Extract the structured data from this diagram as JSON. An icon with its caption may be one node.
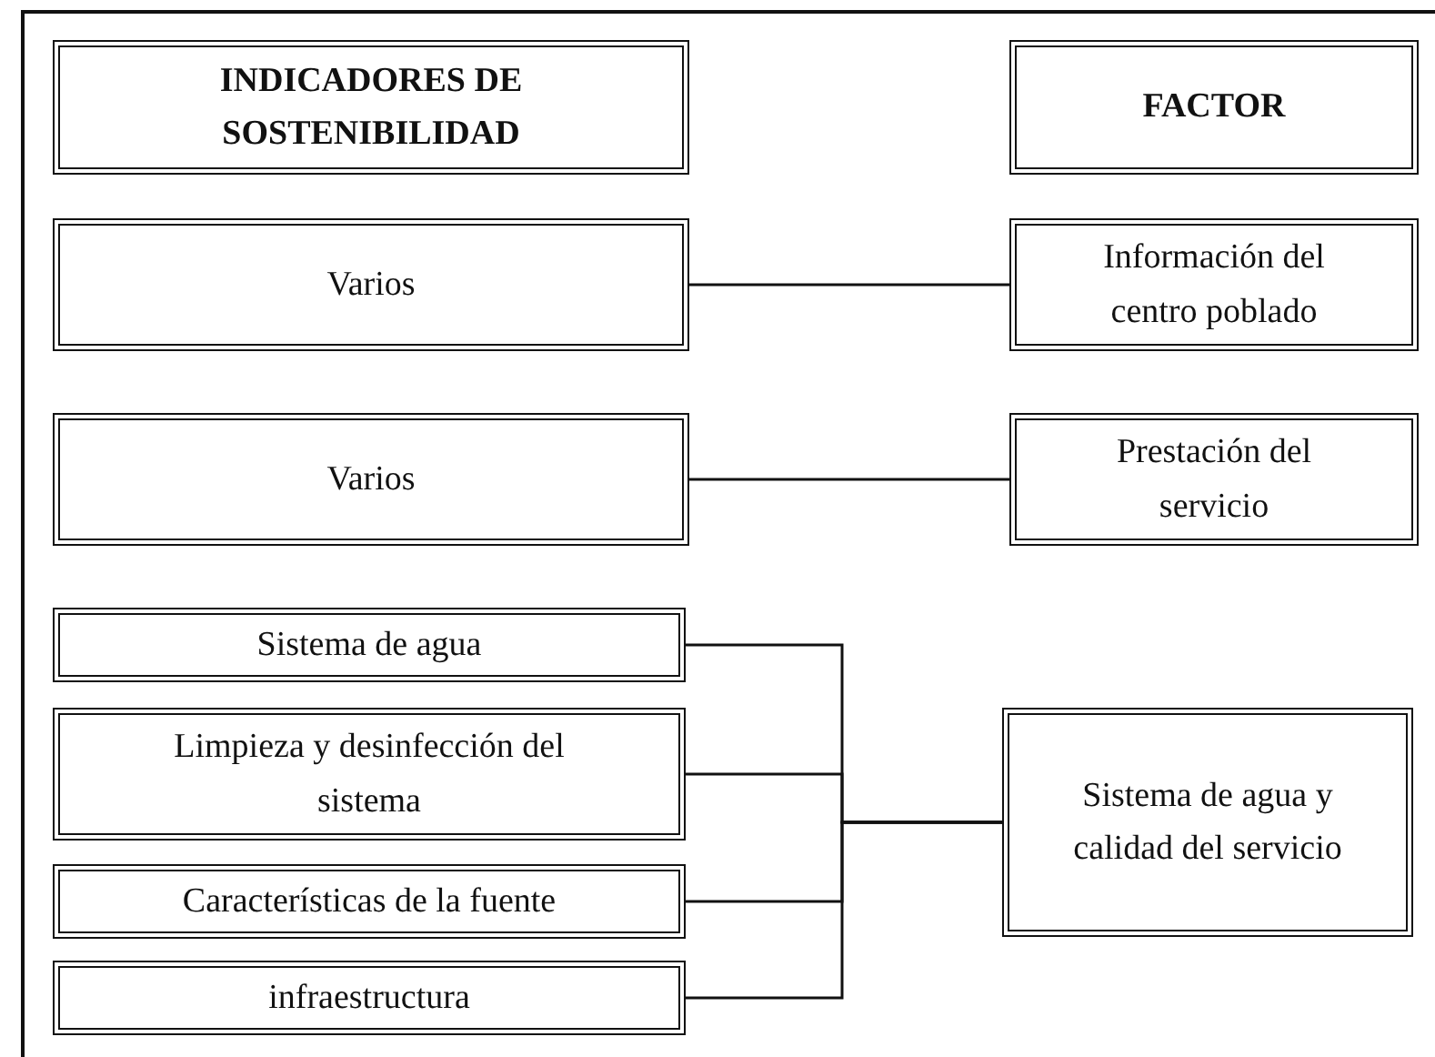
{
  "diagram": {
    "nodes": [
      {
        "text": [
          "INDICADORES DE SOSTENIBILIDAD"
        ]
      },
      {
        "text": [
          "FACTOR"
        ]
      },
      {
        "text": [
          "Varios"
        ]
      },
      {
        "text": [
          "Información del centro poblado"
        ]
      },
      {
        "text": [
          "Varios"
        ]
      },
      {
        "text": [
          "Prestación del servicio"
        ]
      },
      {
        "text": [
          "Sistema de agua"
        ]
      },
      {
        "text": [
          "Limpieza y desinfección del sistema"
        ]
      },
      {
        "text": [
          "Características de la fuente"
        ]
      },
      {
        "text": [
          "infraestructura"
        ]
      },
      {
        "text": [
          "Sistema de agua y calidad del servicio"
        ]
      }
    ],
    "edges": [
      {
        "from": 2,
        "to": 3,
        "arrow": "none"
      },
      {
        "from": 4,
        "to": 5,
        "arrow": "none"
      },
      {
        "from": 6,
        "to": 10,
        "arrow": "none"
      },
      {
        "from": 7,
        "to": 10,
        "arrow": "none"
      },
      {
        "from": 8,
        "to": 10,
        "arrow": "none"
      },
      {
        "from": 9,
        "to": 10,
        "arrow": "none"
      }
    ]
  }
}
